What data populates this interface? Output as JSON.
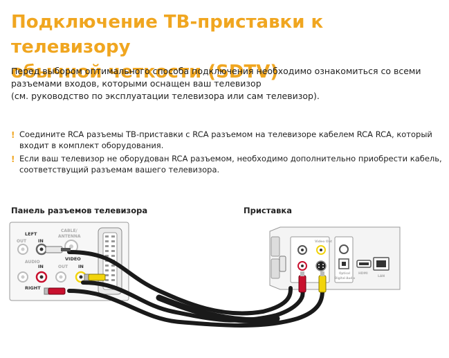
{
  "title": {
    "line1": "Подключение ТВ-приставки к телевизору",
    "line2": "обычной четкости (SDTV)"
  },
  "intro": {
    "line1": "Перед выбором оптимального способа подключения необходимо ознакомиться со всеми",
    "line2": "разъемами входов, которыми оснащен ваш телевизор",
    "line3": "(см. руководство по эксплуатации телевизора или сам телевизор)."
  },
  "bullets": [
    {
      "line1": "Соедините RCA разъемы ТВ-приставки с RCA разъемом на телевизоре кабелем RCA  RCA, который",
      "line2": "входит в комплект оборудования."
    },
    {
      "line1": "Если ваш телевизор не оборудован RCA разъемом, необходимо дополнительно приобрести кабель,",
      "line2": "соответствущий разъемам вашего телевизора."
    }
  ],
  "bullet_mark": "!",
  "tv_panel": {
    "caption": "Панель разъемов телевизора",
    "labels": {
      "left": "LEFT",
      "in": "IN",
      "out": "OUT",
      "cable_antenna_1": "CABLE/",
      "cable_antenna_2": "ANTENNA",
      "audio": "AUDIO",
      "video": "VIDEO",
      "right": "RIGHT"
    }
  },
  "stb": {
    "caption": "Приставка",
    "labels": {
      "video_out": "Video Out",
      "optical": "Optical",
      "digital_audio": "Digital Audio",
      "hdmi": "HDMI",
      "lan": "LAN"
    }
  },
  "colors": {
    "accent": "#f0a620",
    "rca_red": "#c8102e",
    "rca_white": "#e8e8e8",
    "rca_yellow": "#f2d40c",
    "cable": "#1a1a1a"
  }
}
